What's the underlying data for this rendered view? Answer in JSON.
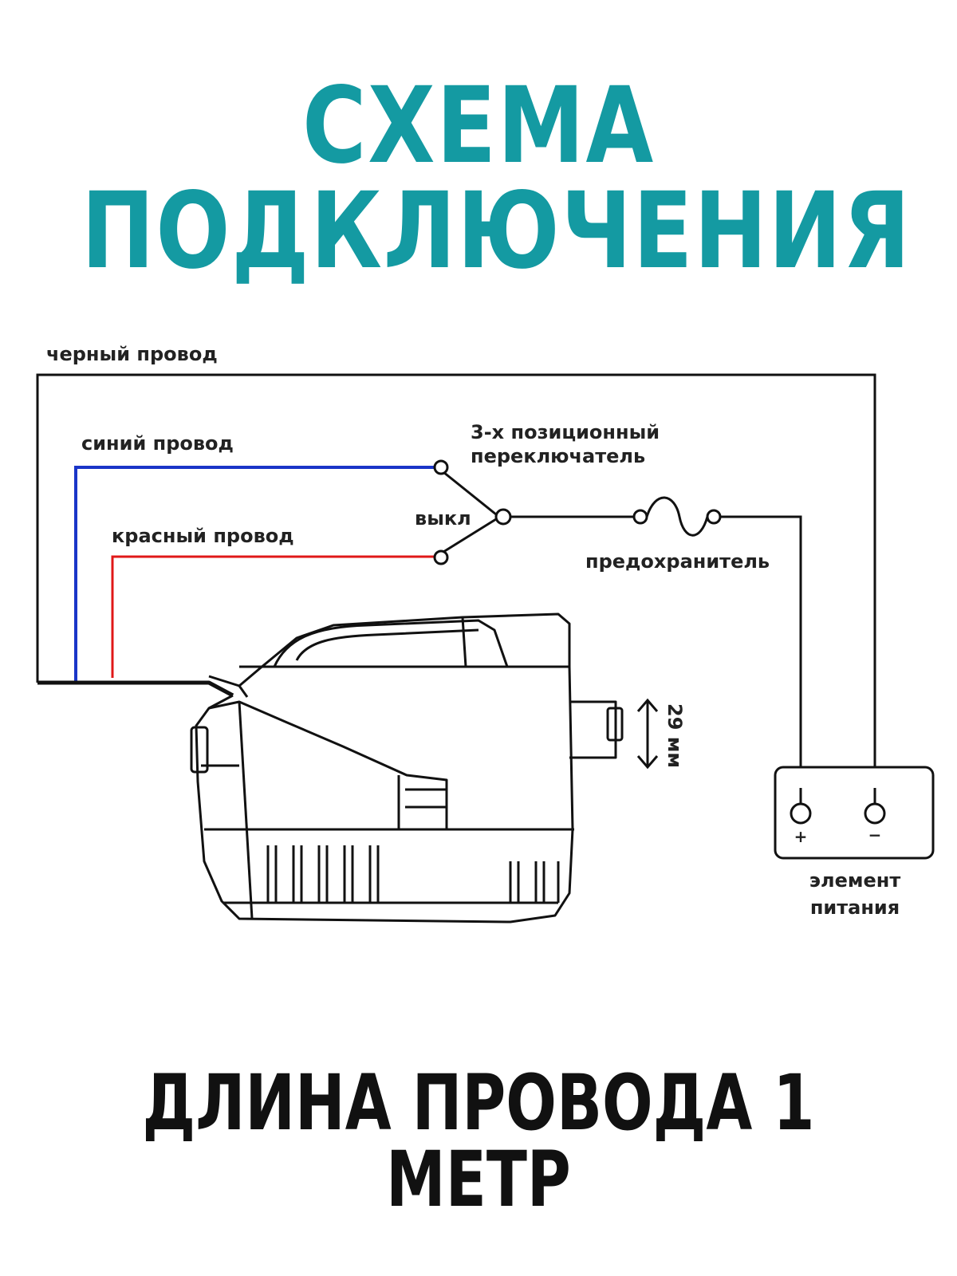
{
  "title": "СХЕМА ПОДКЛЮЧЕНИЯ",
  "footer": "ДЛИНА ПРОВОДА 1 МЕТР",
  "colors": {
    "title": "#149aa2",
    "blue_wire": "#1a35c8",
    "red_wire": "#e01818",
    "black_wire": "#111111"
  },
  "labels": {
    "black_wire": "черный провод",
    "blue_wire": "синий провод",
    "red_wire": "красный провод",
    "switch_line1": "3-х позиционный",
    "switch_line2": "переключатель",
    "off": "выкл",
    "fuse": "предохранитель",
    "dimension": "29 мм",
    "battery_line1": "элемент",
    "battery_line2": "питания",
    "plus": "+",
    "minus": "−"
  }
}
